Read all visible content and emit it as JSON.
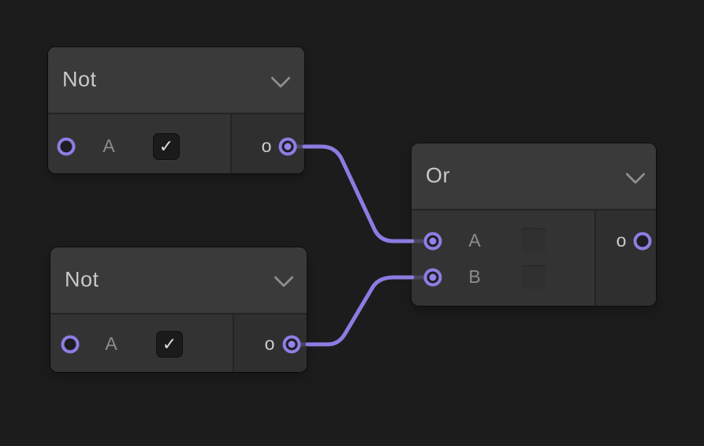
{
  "canvas": {
    "background": "#1c1c1c",
    "accent": "#8d7ee4",
    "wire_color": "#8b7ce2",
    "wire_dim_color": "#4c4560"
  },
  "icons": {
    "checkmark": "✓",
    "chevron_down": "chevron-down"
  },
  "nodes": [
    {
      "id": "not-1",
      "title": "Not",
      "inputs": [
        {
          "label": "A",
          "control": "checkbox",
          "checked": true,
          "connected": false
        }
      ],
      "outputs": [
        {
          "label": "o",
          "connected": true
        }
      ]
    },
    {
      "id": "not-2",
      "title": "Not",
      "inputs": [
        {
          "label": "A",
          "control": "checkbox",
          "checked": true,
          "connected": false
        }
      ],
      "outputs": [
        {
          "label": "o",
          "connected": true
        }
      ]
    },
    {
      "id": "or-1",
      "title": "Or",
      "inputs": [
        {
          "label": "A",
          "control": "value-box",
          "checked": false,
          "connected": true
        },
        {
          "label": "B",
          "control": "value-box",
          "checked": false,
          "connected": true
        }
      ],
      "outputs": [
        {
          "label": "o",
          "connected": false
        }
      ]
    }
  ],
  "wires": [
    {
      "from": "not-1.o",
      "to": "or-1.A"
    },
    {
      "from": "not-2.o",
      "to": "or-1.B"
    }
  ]
}
